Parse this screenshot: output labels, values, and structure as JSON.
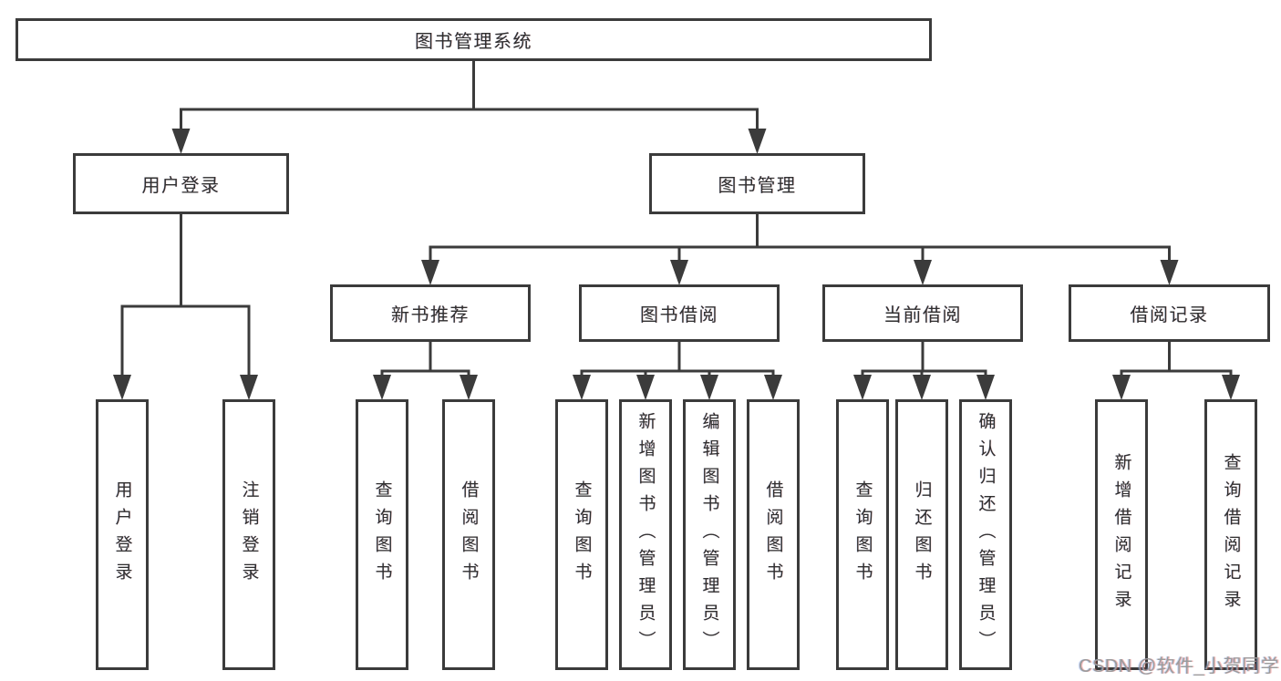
{
  "diagram": {
    "title": "图书管理系统",
    "nodes": {
      "root": "图书管理系统",
      "user_login": "用户登录",
      "book_mgmt": "图书管理",
      "new_books": "新书推荐",
      "book_borrow": "图书借阅",
      "current_borrow": "当前借阅",
      "borrow_records": "借阅记录",
      "leaf_user_login": "用户登录",
      "leaf_logout": "注销登录",
      "leaf_nb_query": "查询图书",
      "leaf_nb_borrow": "借阅图书",
      "leaf_bb_query": "查询图书",
      "leaf_bb_add": "新增图书（管理员）",
      "leaf_bb_edit": "编辑图书（管理员）",
      "leaf_bb_borrow": "借阅图书",
      "leaf_cb_query": "查询图书",
      "leaf_cb_return": "归还图书",
      "leaf_cb_confirm": "确认归还（管理员）",
      "leaf_br_add": "新增借阅记录",
      "leaf_br_query": "查询借阅记录"
    },
    "structure": [
      {
        "parent": "图书管理系统",
        "children": [
          "用户登录",
          "图书管理"
        ]
      },
      {
        "parent": "用户登录",
        "children": [
          "用户登录",
          "注销登录"
        ]
      },
      {
        "parent": "图书管理",
        "children": [
          "新书推荐",
          "图书借阅",
          "当前借阅",
          "借阅记录"
        ]
      },
      {
        "parent": "新书推荐",
        "children": [
          "查询图书",
          "借阅图书"
        ]
      },
      {
        "parent": "图书借阅",
        "children": [
          "查询图书",
          "新增图书（管理员）",
          "编辑图书（管理员）",
          "借阅图书"
        ]
      },
      {
        "parent": "当前借阅",
        "children": [
          "查询图书",
          "归还图书",
          "确认归还（管理员）"
        ]
      },
      {
        "parent": "借阅记录",
        "children": [
          "新增借阅记录",
          "查询借阅记录"
        ]
      }
    ]
  },
  "watermark": "CSDN @软件_小贺同学",
  "colors": {
    "line": "#3b3b3b",
    "text": "#2f2f2f",
    "background": "#ffffff",
    "watermark": "#9b9b9b"
  }
}
